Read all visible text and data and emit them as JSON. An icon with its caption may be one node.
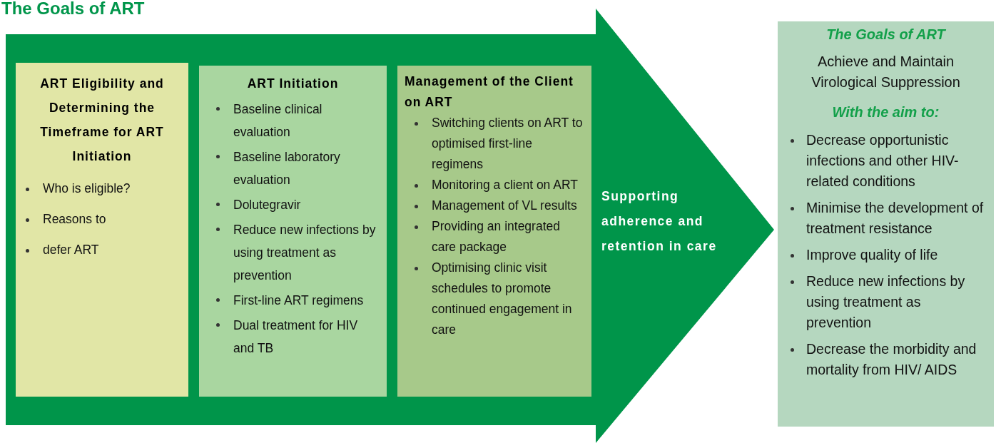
{
  "diagram": {
    "title": "The Goals of ART",
    "nodes": [
      {
        "text": [
          "Supporting adherence and retention in care"
        ]
      },
      {
        "text": [
          "ART Eligibility and Determining the Timeframe for ART Initiation",
          "Who is eligible?",
          "Reasons to",
          "defer ART"
        ],
        "in": 0
      },
      {
        "text": [
          "ART Initiation",
          "Baseline clinical evaluation",
          "Baseline laboratory evaluation",
          "Dolutegravir",
          "Reduce new infections by using treatment as prevention",
          "First-line ART regimens",
          "Dual treatment for HIV and TB"
        ],
        "in": 0
      },
      {
        "text": [
          "Management of the Client on ART",
          "Switching clients on ART to optimised first-line regimens",
          "Monitoring a client on ART",
          "Management of VL results",
          "Providing an integrated care package",
          "Optimising clinic visit schedules to promote continued engagement in care"
        ],
        "in": 0
      },
      {
        "text": [
          "The Goals of ART",
          "Achieve and Maintain Virological Suppression",
          "With the aim to:",
          "Decrease opportunistic infections and other HIV-related conditions",
          "Minimise the development of treatment resistance",
          "Improve quality of life",
          "Reduce new infections by using treatment as prevention",
          "Decrease the morbidity and mortality from HIV/ AIDS"
        ]
      }
    ]
  }
}
